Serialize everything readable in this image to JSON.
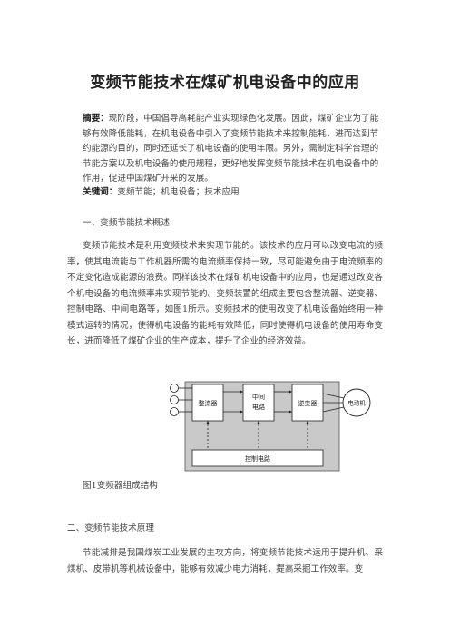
{
  "title": "变频节能技术在煤矿机电设备中的应用",
  "abstract": {
    "label": "摘要：",
    "text": "现阶段，中国倡导高耗能产业实现绿色化发展。因此，煤矿企业为了能够有效降低能耗，在机电设备中引入了变频节能技术来控制能耗，进而达到节约能源的目的，同时还延长了机电设备的使用年限。另外，需制定科学合理的节能方案以及机电设备的使用规程，更好地发挥变频节能技术在机电设备中的作用，促进中国煤矿开采的发展。"
  },
  "keywords": {
    "label": "关键词：",
    "text": "变频节能；机电设备；技术应用"
  },
  "section1": {
    "heading": "一、变频节能技术概述",
    "paragraph": "变频节能技术是利用变频技术来实现节能的。该技术的应用可以改变电流的频率，使其电流能与工作机器所需的电流频率保持一致，尽可能避免由于电流频率的不定变化造成能源的浪费。同样该技术在煤矿机电设备中的应用，也是通过改变各个机电设备的电流频率来实现节能的。变频装置的组成主要包含整流器、逆变器、控制电路、中间电路等，如图1所示。变频技术的使用改变了机电设备始终用一种模式运转的情况，使得机电设备的能耗有效降低，同时使得机电设备的使用寿命变长，进而降低了煤矿企业的生产成本，提升了企业的经济效益。"
  },
  "figure": {
    "caption": "图1变频器组成结构",
    "rectifier": "整流器",
    "intermediate_line1": "中间",
    "intermediate_line2": "电路",
    "inverter": "逆变器",
    "motor": "电动机",
    "control": "控制电路"
  },
  "section2": {
    "heading": "二、变频节能技术原理",
    "paragraph": "节能减排是我国煤炭工业发展的主攻方向，将变频节能技术运用于提升机、采煤机、皮带机等机械设备中，能够有效减少电力消耗，提高采掘工作效率。变"
  }
}
